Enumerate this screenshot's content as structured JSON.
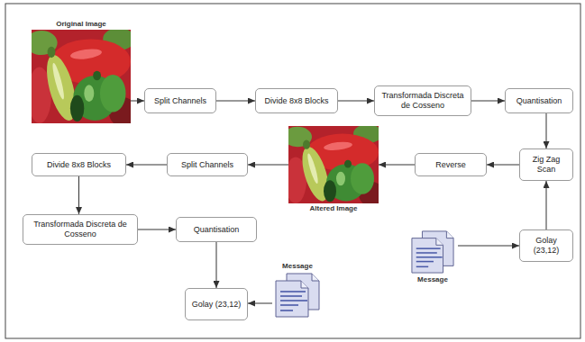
{
  "diagram": {
    "nodes": [
      {
        "text": [
          "Original Image"
        ]
      },
      {
        "text": [
          "Split Channels"
        ]
      },
      {
        "text": [
          "Divide 8x8 Blocks"
        ]
      },
      {
        "text": [
          "Transformada Discreta de Cosseno"
        ]
      },
      {
        "text": [
          "Quantisation"
        ]
      },
      {
        "text": [
          "Divide 8x8 Blocks"
        ]
      },
      {
        "text": [
          "Split Channels"
        ]
      },
      {
        "text": [
          "Altered Image"
        ]
      },
      {
        "text": [
          "Reverse"
        ]
      },
      {
        "text": [
          "Zig Zag Scan"
        ]
      },
      {
        "text": [
          "Transformada Discreta de Cosseno"
        ]
      },
      {
        "text": [
          "Quantisation"
        ]
      },
      {
        "text": [
          "Message"
        ]
      },
      {
        "text": [
          "Golay (23,12)"
        ]
      },
      {
        "text": [
          "Golay (23,12)"
        ]
      },
      {
        "text": [
          "Message"
        ]
      }
    ],
    "edges": [
      {
        "from": 0,
        "to": 1,
        "arrow": "to"
      },
      {
        "from": 1,
        "to": 2,
        "arrow": "to"
      },
      {
        "from": 2,
        "to": 3,
        "arrow": "to"
      },
      {
        "from": 3,
        "to": 4,
        "arrow": "to"
      },
      {
        "from": 4,
        "to": 9,
        "arrow": "to"
      },
      {
        "from": 9,
        "to": 8,
        "arrow": "to"
      },
      {
        "from": 8,
        "to": 7,
        "arrow": "to"
      },
      {
        "from": 7,
        "to": 6,
        "arrow": "to"
      },
      {
        "from": 6,
        "to": 5,
        "arrow": "to"
      },
      {
        "from": 5,
        "to": 10,
        "arrow": "to"
      },
      {
        "from": 10,
        "to": 11,
        "arrow": "to"
      },
      {
        "from": 11,
        "to": 14,
        "arrow": "to"
      },
      {
        "from": 15,
        "to": 14,
        "arrow": "to"
      },
      {
        "from": 12,
        "to": 13,
        "arrow": "to"
      },
      {
        "from": 13,
        "to": 9,
        "arrow": "to"
      }
    ]
  }
}
